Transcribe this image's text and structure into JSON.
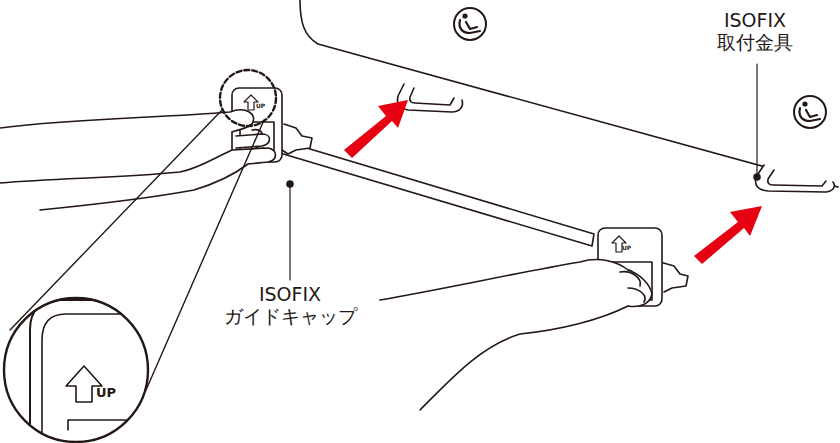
{
  "diagram": {
    "labels": [
      "ISOFIX 取付金具",
      "ISOFIX ガイドキャップ",
      "UP",
      "UP",
      "UP"
    ]
  }
}
